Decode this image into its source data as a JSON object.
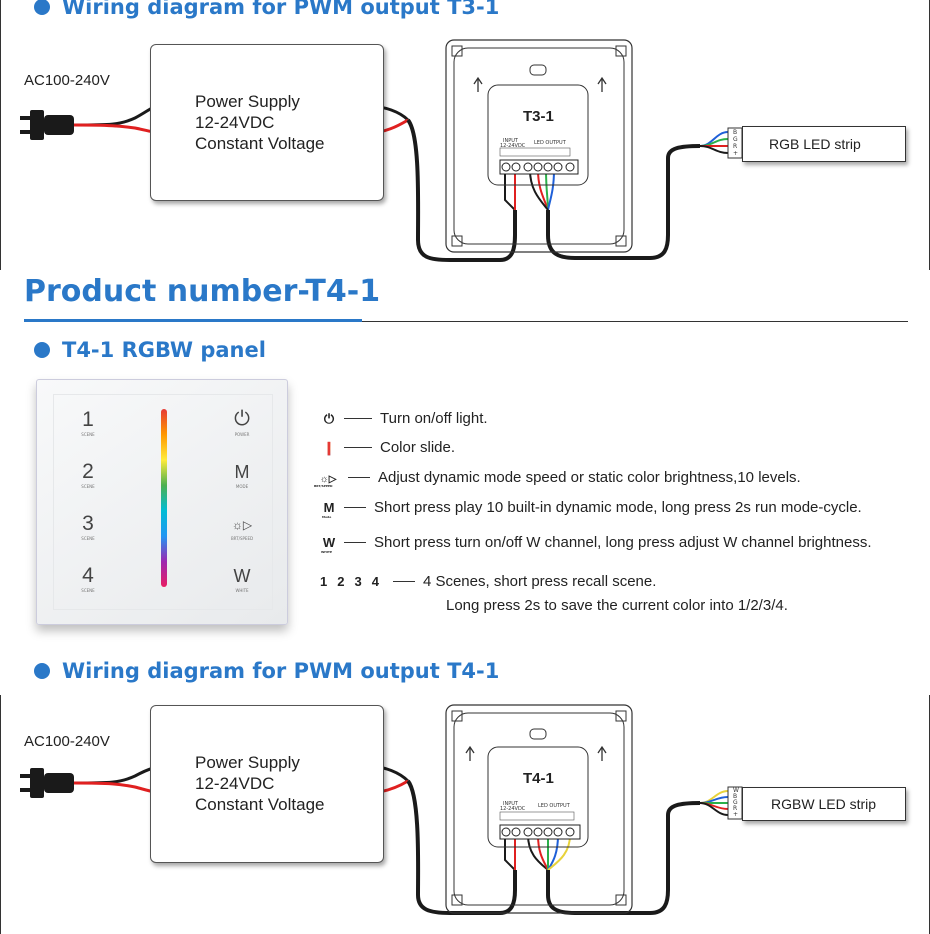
{
  "section1": {
    "title": "Wiring diagram for PWM output T3-1"
  },
  "product": {
    "title": "Product number-T4-1"
  },
  "section2": {
    "title": "T4-1 RGBW panel"
  },
  "section3": {
    "title": "Wiring diagram for PWM output T4-1"
  },
  "diagram1": {
    "ac_label": "AC100-240V",
    "psu_lines": [
      "Power Supply",
      "12-24VDC",
      "Constant Voltage"
    ],
    "controller_name": "T3-1",
    "strip_label": "RGB LED strip",
    "strip_pins": [
      "B",
      "G",
      "R",
      "+"
    ],
    "input_label": "INPUT",
    "input_voltage": "12-24VDC",
    "output_label": "LED OUTPUT"
  },
  "diagram2": {
    "ac_label": "AC100-240V",
    "psu_lines": [
      "Power Supply",
      "12-24VDC",
      "Constant Voltage"
    ],
    "controller_name": "T4-1",
    "strip_label": "RGBW LED strip",
    "strip_pins": [
      "W",
      "B",
      "G",
      "R",
      "+"
    ],
    "input_label": "INPUT",
    "input_voltage": "12-24VDC",
    "output_label": "LED OUTPUT"
  },
  "panel": {
    "scenes": [
      "1",
      "2",
      "3",
      "4"
    ],
    "scene_word": "SCENE",
    "right_buttons": [
      {
        "glyph": "⏻",
        "caption": "POWER"
      },
      {
        "glyph": "M",
        "caption": "MODE"
      },
      {
        "glyph": "☼▷",
        "caption": "BRT/SPEED"
      },
      {
        "glyph": "W",
        "caption": "WHITE"
      }
    ]
  },
  "legend": [
    {
      "icon": "⏻",
      "sub": "",
      "text": "Turn on/off light."
    },
    {
      "icon": "❙",
      "sub": "",
      "text": "Color slide."
    },
    {
      "icon": "☼▷",
      "sub": "BRT/SPEED",
      "text": "Adjust dynamic mode speed or static color brightness,10 levels."
    },
    {
      "icon": "M",
      "sub": "Mode",
      "text": "Short press play 10 built-in dynamic mode, long press 2s run mode-cycle."
    },
    {
      "icon": "W",
      "sub": "WHITE",
      "text": "Short press turn on/off W channel, long press adjust W channel brightness."
    }
  ],
  "scenes_legend": {
    "numbers": [
      "1",
      "2",
      "3",
      "4"
    ],
    "line1": "4 Scenes, short press recall scene.",
    "line2": "Long press 2s to save the current color into 1/2/3/4."
  },
  "colors": {
    "accent": "#2a78c8",
    "wire_red": "#e02020",
    "wire_black": "#1a1a1a",
    "wire_blue": "#1e5fd8",
    "wire_green": "#2bb04a",
    "wire_yellow": "#e8d23a"
  }
}
